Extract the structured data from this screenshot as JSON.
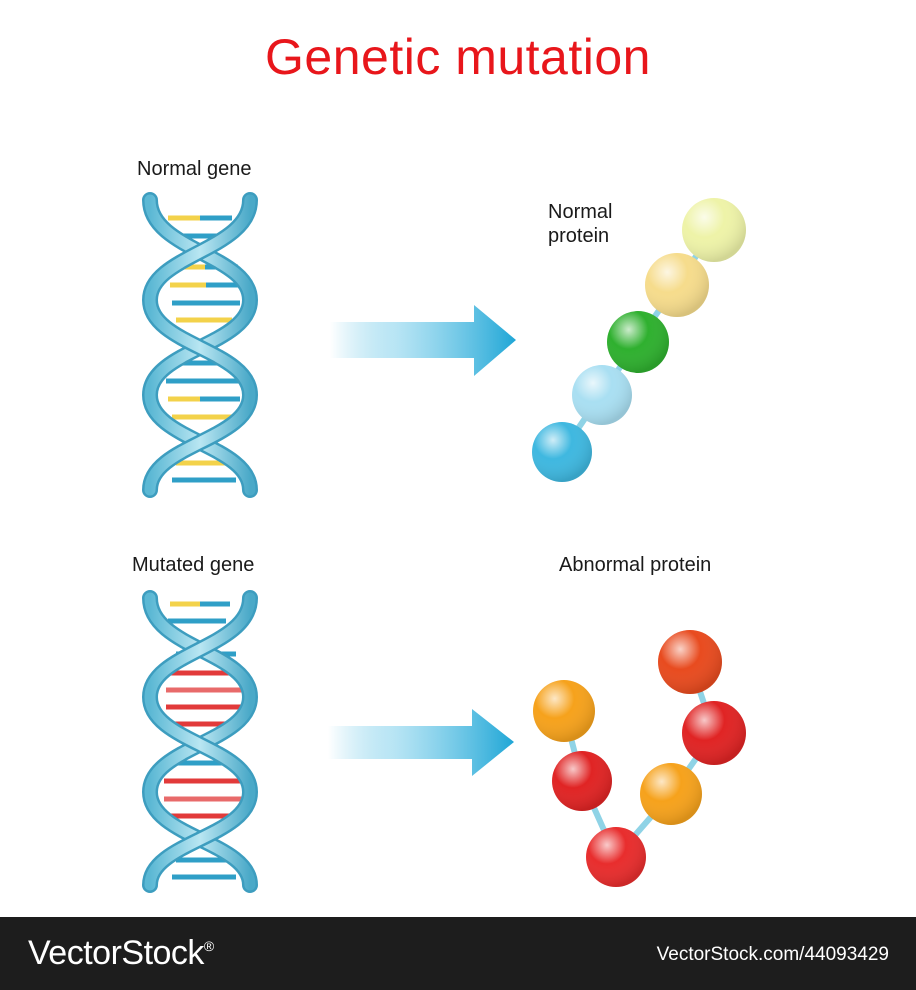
{
  "title": "Genetic mutation",
  "labels": {
    "normal_gene": "Normal gene",
    "normal_protein": "Normal\nprotein",
    "mutated_gene": "Mutated gene",
    "abnormal_protein": "Abnormal protein"
  },
  "footer": {
    "brand": "VectorStock",
    "reg_mark": "®",
    "image_id": "VectorStock.com/44093429"
  },
  "colors": {
    "title": "#e8161b",
    "helix": "#8fd3e6",
    "base_yellow": "#f3d24a",
    "base_blue": "#2f9fc7",
    "base_red": "#e23a3a",
    "arrow": "#2fb0dc",
    "footer_bg": "#1d1d1d"
  },
  "normal_protein_beads": [
    "#3fb8e0",
    "#a9dff2",
    "#2fb02f",
    "#f6dc8c",
    "#eef3a8"
  ],
  "abnormal_protein_beads": [
    "#f6a21c",
    "#e02424",
    "#e82d2d",
    "#f6a21c",
    "#e02424",
    "#e84b1f"
  ]
}
